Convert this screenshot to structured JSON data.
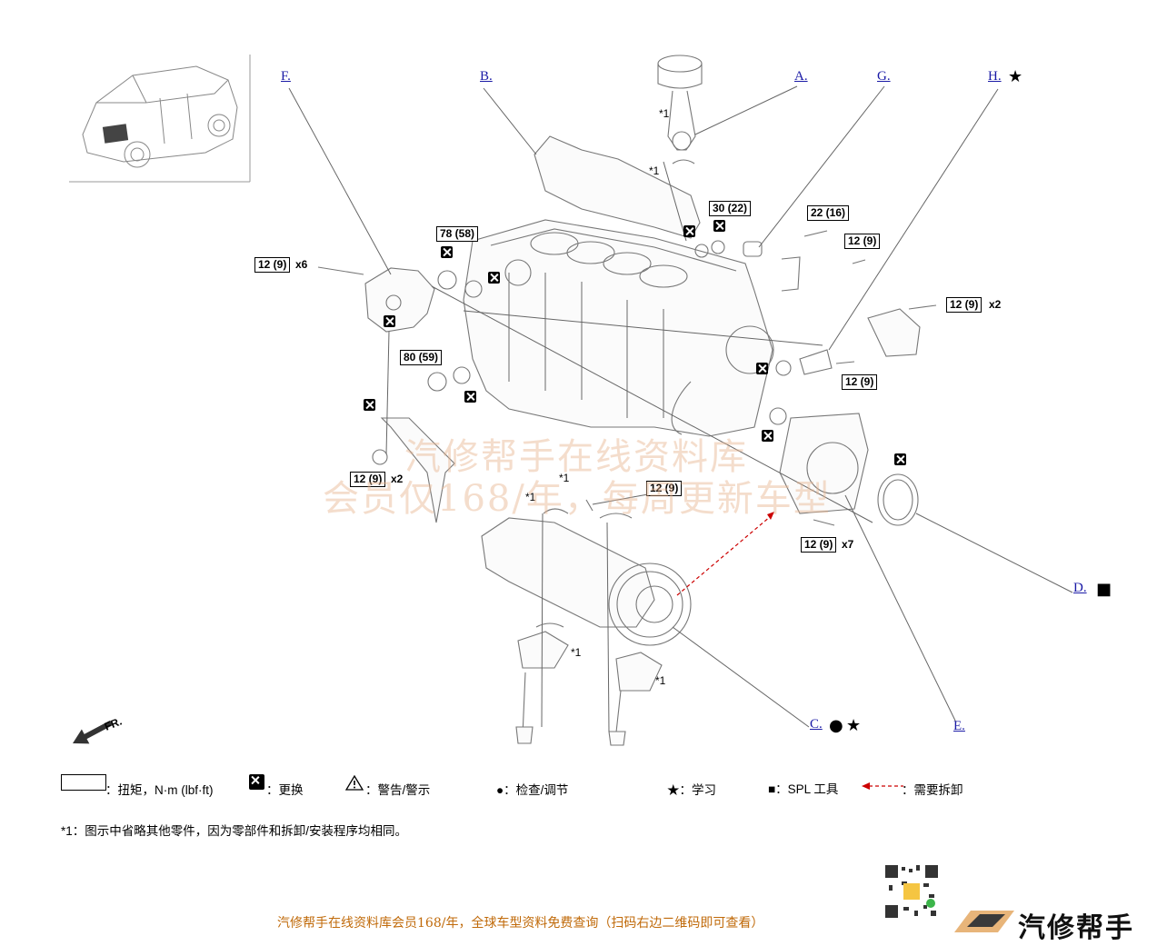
{
  "callouts": {
    "a": "A.",
    "b": "B.",
    "c": "C.",
    "d": "D.",
    "e": "E.",
    "f": "F.",
    "g": "G.",
    "h": "H."
  },
  "torques": {
    "t_78_58": "78 (58)",
    "t_30_22": "30 (22)",
    "t_22_16": "22 (16)",
    "t_12_9_a": "12 (9)",
    "t_12_9_x6": "12 (9)",
    "t_12_9_x2_right": "12 (9)",
    "t_80_59": "80 (59)",
    "t_12_9_b": "12 (9)",
    "t_12_9_x2_left": "12 (9)",
    "t_12_9_c": "12 (9)",
    "t_12_9_x7": "12 (9)"
  },
  "multipliers": {
    "x6": "x6",
    "x2_right": "x2",
    "x2_left": "x2",
    "x7": "x7"
  },
  "notes": {
    "star1": "*1"
  },
  "fr_label": "FR.",
  "legend": {
    "torque": "：扭矩，N·m (lbf·ft)",
    "replace": "：更换",
    "warning": "：警告/警示",
    "inspect": "●：检查/调节",
    "learn": "★：学习",
    "spl": "■：SPL 工具",
    "remove": "：需要拆卸"
  },
  "footnote": "*1：图示中省略其他零件，因为零部件和拆卸/安装程序均相同。",
  "watermark": {
    "line1": "汽修帮手在线资料库",
    "line2": "会员仅168/年，每周更新车型"
  },
  "footer": {
    "text": "汽修帮手在线资料库会员168/年，全球车型资料免费查询（扫码右边二维码即可查看）",
    "brand": "汽修帮手"
  },
  "colors": {
    "link": "#1a1aa6",
    "remove_arrow": "#cc0000",
    "footer": "#c06a0a"
  }
}
